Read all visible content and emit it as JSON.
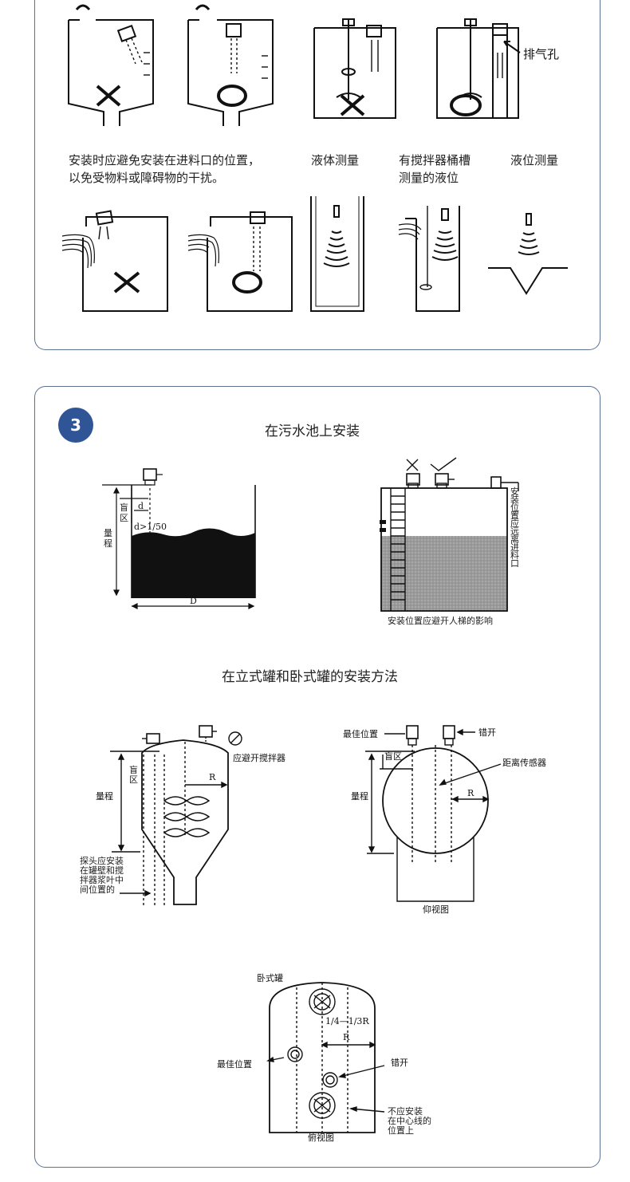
{
  "top": {
    "vent_label": "排气孔",
    "captions": {
      "avoid_inlet": "安装时应避免安装在进料口的位置，\n以免受物料或障碍物的干扰。",
      "liquid_measure": "液体测量",
      "agitator_tank": "有搅拌器桶槽\n测量的液位",
      "level_measure": "液位测量"
    }
  },
  "section3": {
    "badge": "3",
    "title_pool": "在污水池上安装",
    "title_tanks": "在立式罐和卧式罐的安装方法",
    "pool": {
      "blind": "盲\n区",
      "range": "量\n程",
      "d": "d",
      "ratio": "d>1/50",
      "D": "D"
    },
    "ladder": {
      "note": "安\n装\n位\n置\n应\n远\n离\n进\n料\n口",
      "caption": "安装位置应避开人梯的影响"
    },
    "vertical": {
      "avoid_agitator": "应避开搅拌器",
      "blind": "盲\n区",
      "range": "量程",
      "R": "R",
      "probe_note": "探头应安装\n在罐壁和搅\n拌器浆叶中\n间位置的"
    },
    "bottom_view": {
      "best": "最佳位置",
      "wrong": "错开",
      "blind": "盲区",
      "range": "量程",
      "distance": "距离传感器",
      "R": "R",
      "caption": "仰视图"
    },
    "horizontal": {
      "title": "卧式罐",
      "ratio": "1/4—1/3R",
      "R": "R",
      "best": "最佳位置",
      "wrong": "错开",
      "not_center": "不应安装\n在中心线的\n位置上",
      "caption": "俯视图"
    }
  }
}
